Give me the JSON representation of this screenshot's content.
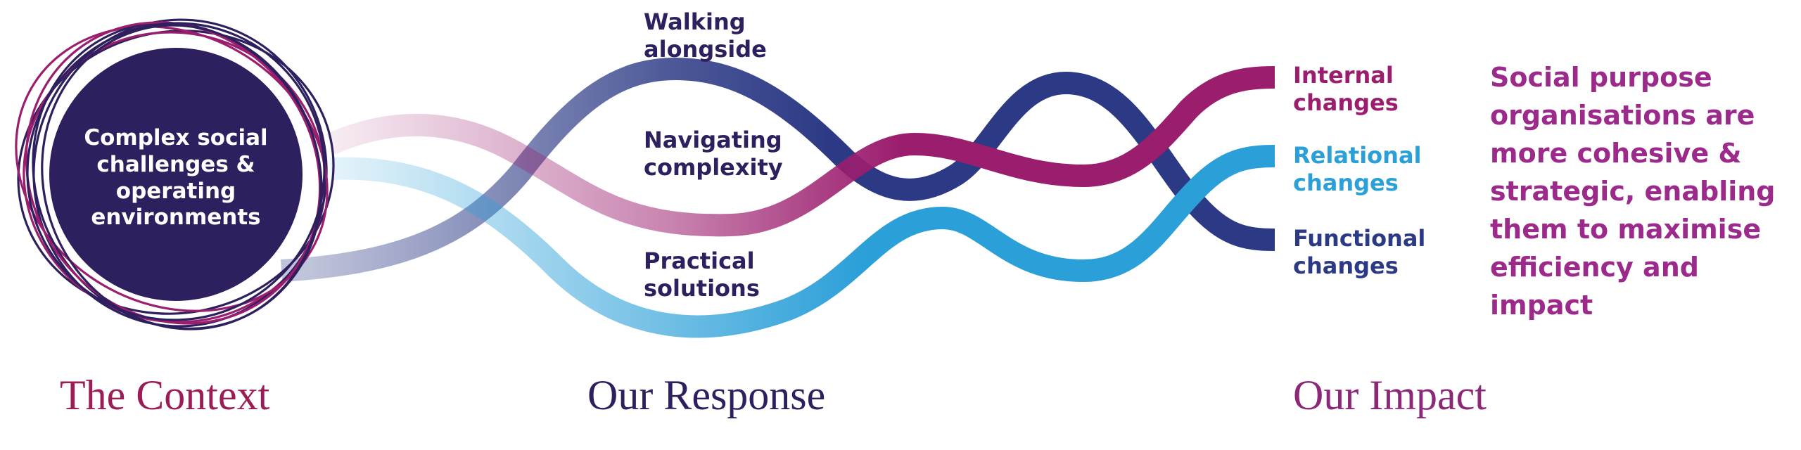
{
  "context": {
    "circle_text": "Complex social challenges & operating environments",
    "title": "The Context"
  },
  "response": {
    "title": "Our Response",
    "labels": {
      "walking": "Walking alongside",
      "navigating": "Navigating complexity",
      "practical": "Practical solutions"
    }
  },
  "impact": {
    "title": "Our Impact",
    "labels": {
      "internal": "Internal changes",
      "relational": "Relational changes",
      "functional": "Functional changes"
    },
    "statement": "Social purpose organisations are more cohesive & strategic, enabling them to maximise efficiency and impact"
  },
  "colors": {
    "navy": "#2c3a85",
    "magenta": "#9b1d6e",
    "cyan": "#2a9fd8",
    "circle_fill": "#2e1f5e",
    "title_magenta": "#9b1d55",
    "title_navy": "#2e1f5e",
    "title_purple": "#8b2878",
    "statement": "#9b2a8a"
  }
}
